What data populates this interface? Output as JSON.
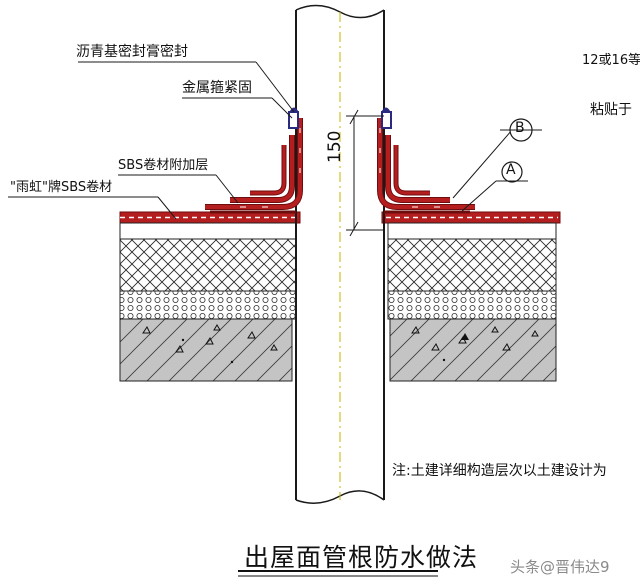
{
  "diagram": {
    "title": "出屋面管根防水做法",
    "labels": {
      "sealant": "沥青基密封膏密封",
      "metal_hoop": "金属箍紧固",
      "sbs_additional_layer": "SBS卷材附加层",
      "rainbow_sbs": "\"雨虹\"牌SBS卷材",
      "top_right_note": "12或16等",
      "right_note": "粘贴于",
      "dimension": "150",
      "marker_b": "B",
      "marker_a": "A",
      "bottom_note": "注:土建详细构造层次以土建设计为"
    },
    "watermark": "头条@晋伟达9",
    "colors": {
      "membrane": "#b51e1e",
      "membrane_dark": "#6e0d0d",
      "line": "#1a1a1a",
      "concrete_fill": "#bdbdbd",
      "pipe_axis": "#c8b400",
      "seal": "#2a2a80"
    }
  }
}
